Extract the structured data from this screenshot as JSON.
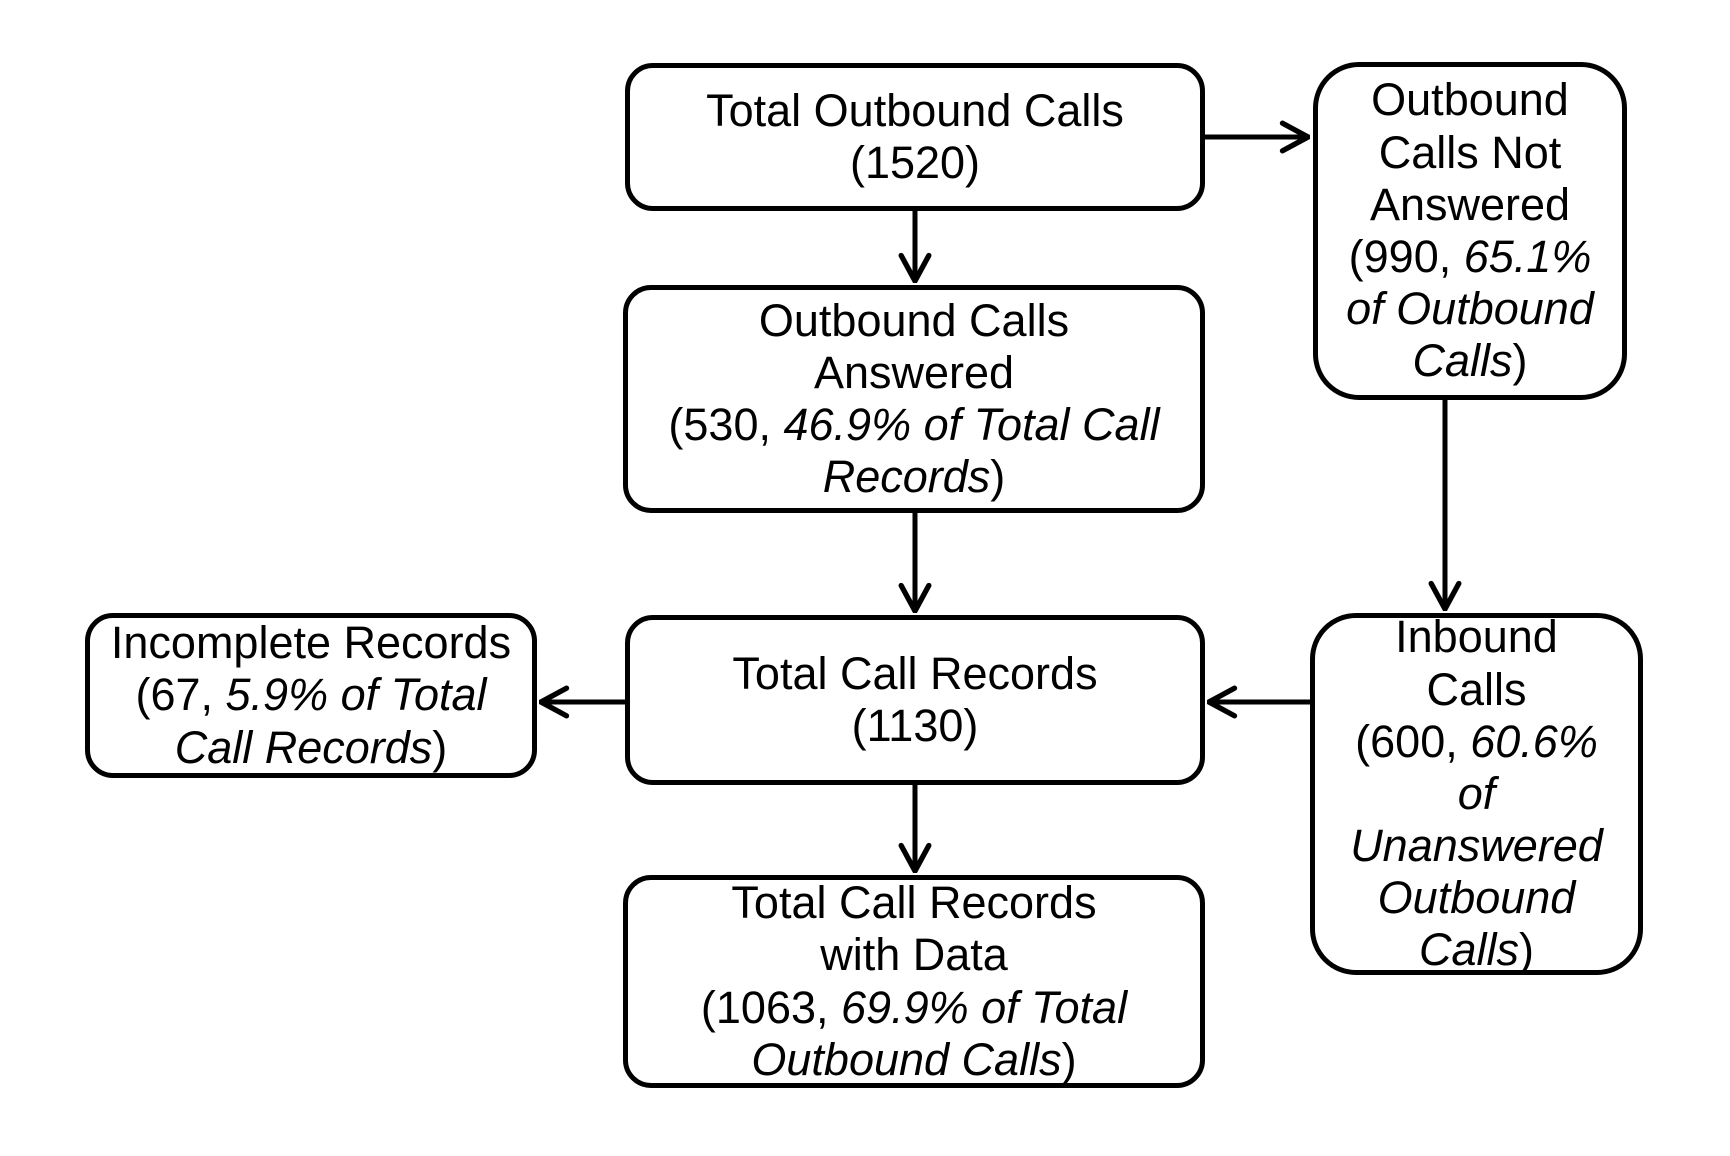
{
  "diagram": {
    "type": "flowchart",
    "background": "#ffffff",
    "stroke_color": "#000000",
    "nodes": {
      "total_outbound": {
        "title": "Total Outbound Calls",
        "count": 1520,
        "stat_open": "(1520)",
        "stat_italic": "",
        "stat_close": ""
      },
      "not_answered": {
        "title": "Outbound Calls Not Answered",
        "count": 990,
        "stat_open": "(990, ",
        "stat_italic": "65.1% of Outbound Calls",
        "stat_close": ")"
      },
      "answered": {
        "title": "Outbound Calls\nAnswered",
        "count": 530,
        "stat_open": "(530, ",
        "stat_italic": "46.9% of Total Call Records",
        "stat_close": ")"
      },
      "total_records": {
        "title": "Total Call Records",
        "count": 1130,
        "stat_open": "(1130)",
        "stat_italic": "",
        "stat_close": ""
      },
      "incomplete": {
        "title": "Incomplete Records",
        "count": 67,
        "stat_open": "(67, ",
        "stat_italic": "5.9% of Total Call Records",
        "stat_close": ")"
      },
      "inbound": {
        "title": "Inbound Calls",
        "count": 600,
        "stat_open": "(600, ",
        "stat_italic": "60.6% of Unanswered Outbound Calls",
        "stat_close": ")"
      },
      "with_data": {
        "title": "Total Call Records\nwith Data",
        "count": 1063,
        "stat_open": "(1063, ",
        "stat_italic": "69.9% of Total Outbound Calls",
        "stat_close": ")"
      }
    },
    "edges": [
      {
        "from": "Total Outbound Calls",
        "to": "Outbound Calls Not Answered"
      },
      {
        "from": "Total Outbound Calls",
        "to": "Outbound Calls Answered"
      },
      {
        "from": "Outbound Calls Answered",
        "to": "Total Call Records"
      },
      {
        "from": "Outbound Calls Not Answered",
        "to": "Inbound Calls"
      },
      {
        "from": "Inbound Calls",
        "to": "Total Call Records"
      },
      {
        "from": "Total Call Records",
        "to": "Incomplete Records"
      },
      {
        "from": "Total Call Records",
        "to": "Total Call Records with Data"
      }
    ]
  }
}
